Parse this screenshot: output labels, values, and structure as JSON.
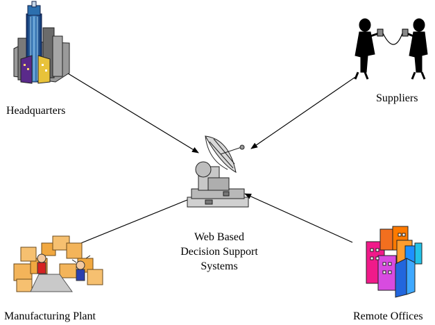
{
  "nodes": {
    "headquarters": {
      "label": "Headquarters",
      "icon": "skyscraper-city-icon"
    },
    "suppliers": {
      "label": "Suppliers",
      "icon": "tin-can-telephone-people-icon"
    },
    "manufacturing": {
      "label": "Manufacturing Plant",
      "icon": "warehouse-boxes-workers-icon"
    },
    "remote": {
      "label": "Remote Offices",
      "icon": "colorful-office-buildings-icon"
    },
    "center": {
      "lines": [
        "Web Based",
        "Decision Support",
        "Systems"
      ],
      "icon": "satellite-dish-icon"
    }
  },
  "colors": {
    "arrow": "#000000",
    "background": "#ffffff"
  }
}
